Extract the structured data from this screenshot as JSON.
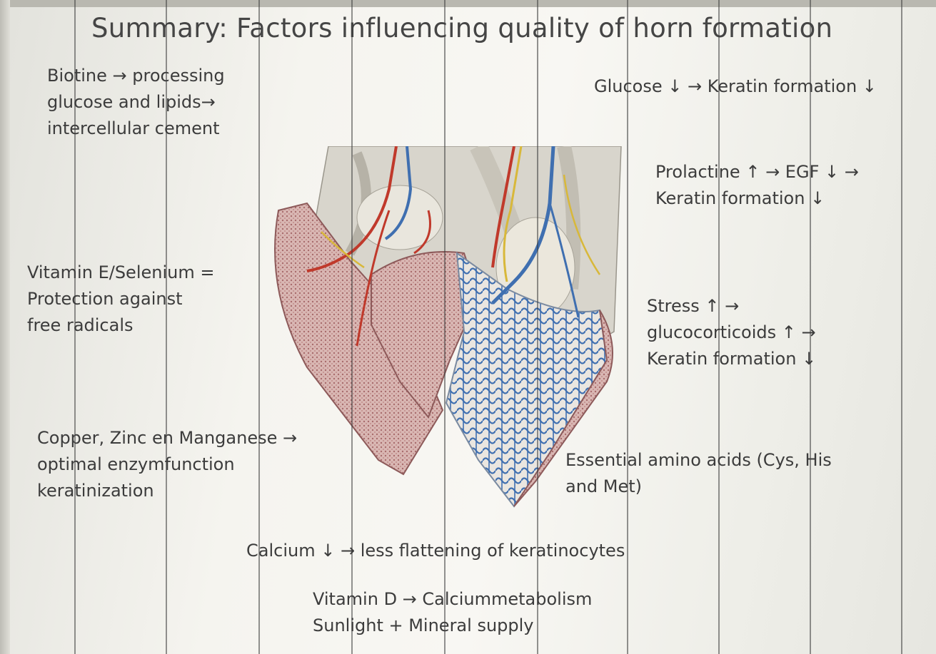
{
  "slide": {
    "title": "Summary: Factors influencing quality of horn formation",
    "notes": {
      "biotine": [
        "Biotine → processing",
        "glucose and lipids→",
        "intercellular cement"
      ],
      "glucose": [
        "Glucose ↓ → Keratin formation ↓"
      ],
      "prolactine": [
        "Prolactine ↑ → EGF ↓ →",
        "Keratin formation ↓"
      ],
      "vitamin_e": [
        "Vitamin E/Selenium =",
        "Protection against",
        "free radicals"
      ],
      "stress": [
        "Stress ↑ →",
        "glucocorticoids ↑ →",
        "Keratin formation ↓"
      ],
      "copper": [
        "Copper, Zinc en Manganese →",
        "optimal enzymfunction",
        "keratinization"
      ],
      "amino": [
        "Essential amino acids (Cys, His",
        "and Met)"
      ],
      "calcium": [
        "Calcium ↓ → less flattening of keratinocytes"
      ],
      "vitamin_d": [
        "Vitamin D → Calciummetabolism",
        "Sunlight + Mineral supply"
      ]
    }
  },
  "colors": {
    "text": "#3c3c3c",
    "artery": "#c0392b",
    "vein": "#3f6fb0",
    "nerve": "#d8b83a",
    "horn": "#c89a9a"
  }
}
